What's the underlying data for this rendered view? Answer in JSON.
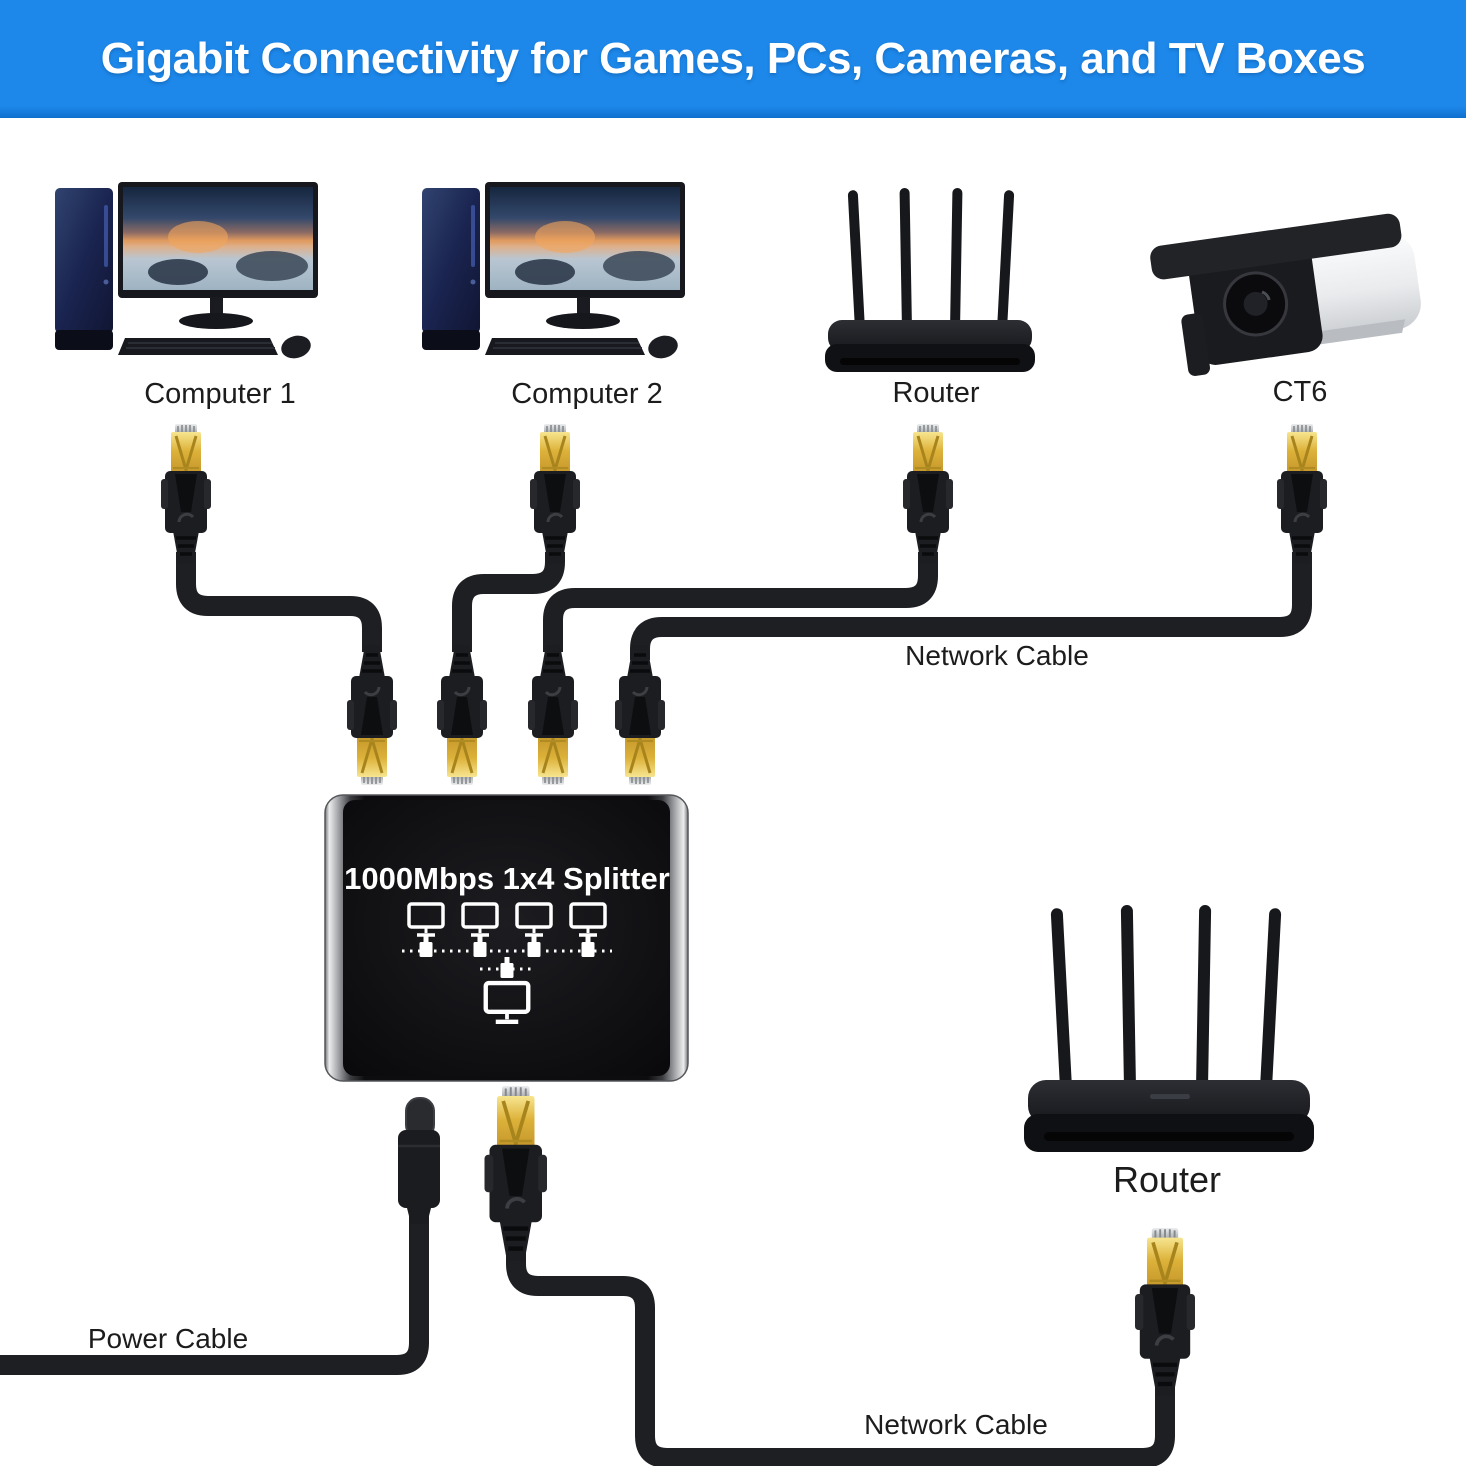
{
  "header": {
    "title": "Gigabit Connectivity for Games, PCs, Cameras, and TV Boxes",
    "background_color": "#1d88ea",
    "text_color": "#ffffff"
  },
  "devices": {
    "computer_1": {
      "label": "Computer 1"
    },
    "computer_2": {
      "label": "Computer 2"
    },
    "router_top": {
      "label": "Router"
    },
    "camera_ct6": {
      "label": "CT6"
    },
    "router_bottom": {
      "label": "Router"
    }
  },
  "splitter": {
    "title": "1000Mbps 1x4 Splitter",
    "output_ports": 4,
    "input_ports": 1
  },
  "cables": {
    "network_cable_top": "Network Cable",
    "power_cable": "Power Cable",
    "network_cable_bottom": "Network Cable"
  },
  "colors": {
    "cable_black": "#1e1f22",
    "connector_gold": "#dfb33a",
    "connector_silver": "#c3c6c9",
    "splitter_body": "#0c0c0e"
  }
}
